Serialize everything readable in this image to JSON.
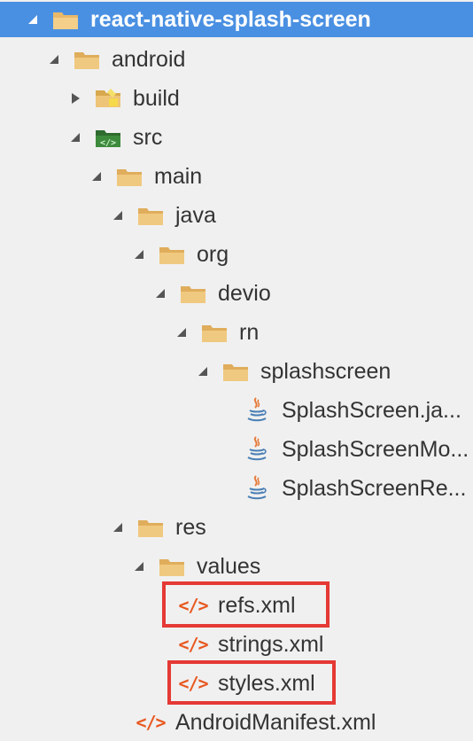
{
  "tree": {
    "root_label": "react-native-splash-screen",
    "android_label": "android",
    "build_label": "build",
    "src_label": "src",
    "main_label": "main",
    "java_label": "java",
    "org_label": "org",
    "devio_label": "devio",
    "rn_label": "rn",
    "splashscreen_label": "splashscreen",
    "file_java_1": "SplashScreen.ja...",
    "file_java_2": "SplashScreenMo...",
    "file_java_3": "SplashScreenRe...",
    "res_label": "res",
    "values_label": "values",
    "refs_label": "refs.xml",
    "strings_label": "strings.xml",
    "styles_label": "styles.xml",
    "manifest_label": "AndroidManifest.xml"
  },
  "icons": {
    "folder": "folder-icon",
    "build_folder": "build-folder-icon",
    "source_folder": "source-folder-icon",
    "java_file": "java-file-icon",
    "xml_file": "xml-file-icon",
    "expanded": "expanded-arrow-icon",
    "collapsed": "collapsed-arrow-icon"
  },
  "colors": {
    "selection": "#4a90e2",
    "highlight_border": "#e53935",
    "folder": "#e8b96a",
    "xml": "#e8571e",
    "java": "#4a7fb5",
    "source_folder": "#3d7a3d"
  }
}
